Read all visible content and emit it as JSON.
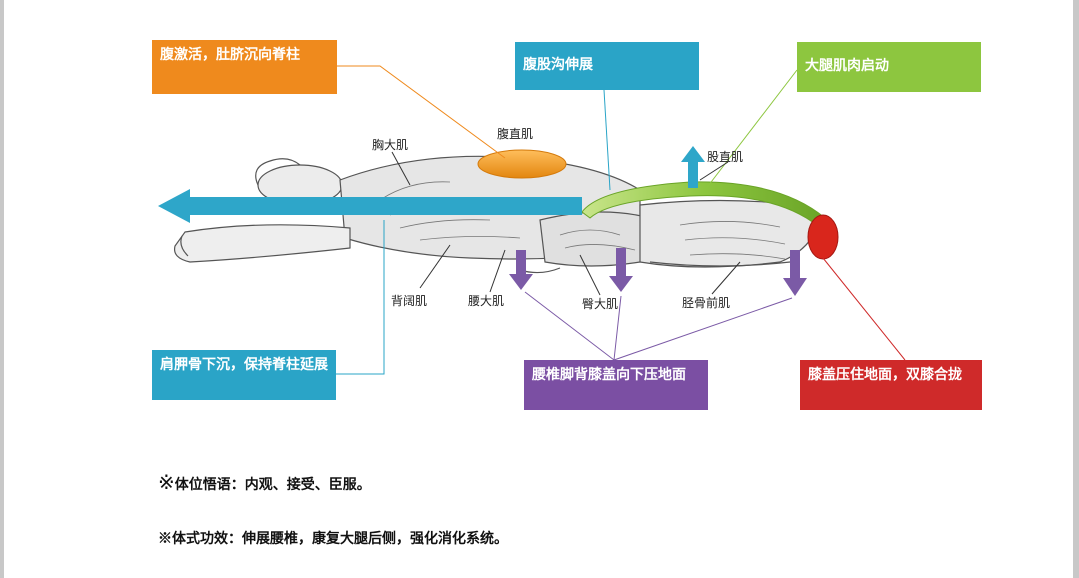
{
  "boxes": {
    "abdomen": {
      "text": "腹激活，肚脐沉向脊柱",
      "color": "#ef8a1d"
    },
    "groin": {
      "text": "腹股沟伸展",
      "color": "#2aa4c7"
    },
    "thigh": {
      "text": "大腿肌肉启动",
      "color": "#8dc63f"
    },
    "scapula": {
      "text": "肩胛骨下沉，保持脊柱延展",
      "color": "#2aa4c7"
    },
    "press": {
      "text": "腰椎脚背膝盖向下压地面",
      "color": "#7b4fa3"
    },
    "knee": {
      "text": "膝盖压住地面，双膝合拢",
      "color": "#cf2a2a"
    }
  },
  "muscles": {
    "pectoralis": "胸大肌",
    "rectus_abdominis": "腹直肌",
    "rectus_femoris": "股直肌",
    "latissimus": "背阔肌",
    "psoas": "腰大肌",
    "gluteus": "臀大肌",
    "tibialis": "胫骨前肌"
  },
  "notes": {
    "mark": "※",
    "line1": "体位悟语：内观、接受、臣服。",
    "line2": "※体式功效：伸展腰椎，康复大腿后侧，强化消化系统。"
  },
  "colors": {
    "spine_arrow": "#2ea6c9",
    "thigh_arc": "#8dc63f",
    "abdomen_oval": "#f39c25",
    "knee_oval": "#d9261c",
    "press_arrow": "#7b5aa6"
  }
}
